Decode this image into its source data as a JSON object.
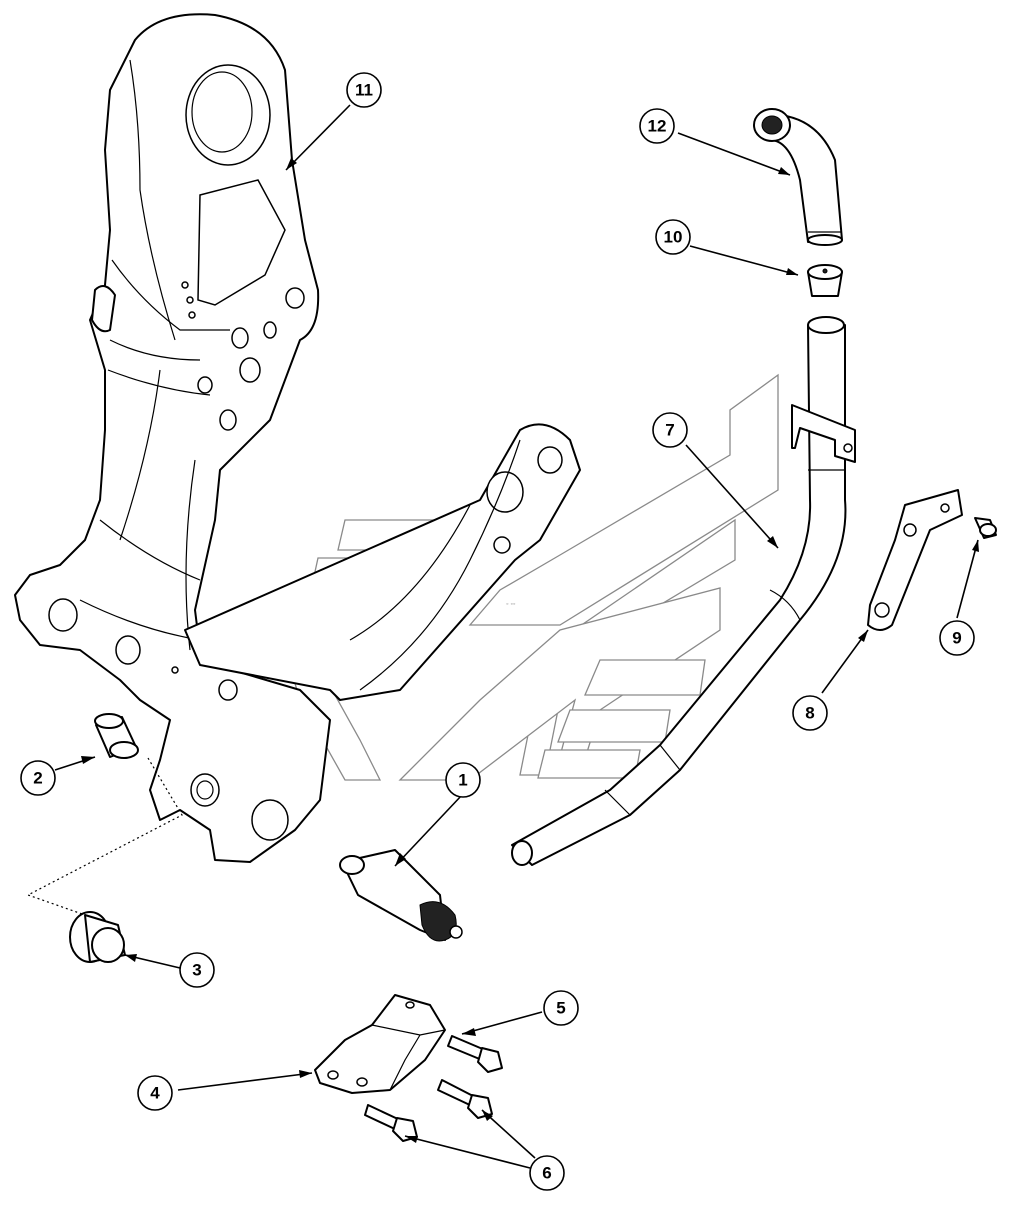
{
  "diagram": {
    "colors": {
      "line": "#000000",
      "watermark": "#8a8a8a",
      "background": "#ffffff"
    },
    "callouts": [
      {
        "id": "callout-1",
        "label": "1"
      },
      {
        "id": "callout-2",
        "label": "2"
      },
      {
        "id": "callout-3",
        "label": "3"
      },
      {
        "id": "callout-4",
        "label": "4"
      },
      {
        "id": "callout-5",
        "label": "5"
      },
      {
        "id": "callout-6",
        "label": "6"
      },
      {
        "id": "callout-7",
        "label": "7"
      },
      {
        "id": "callout-8",
        "label": "8"
      },
      {
        "id": "callout-9",
        "label": "9"
      },
      {
        "id": "callout-10",
        "label": "10"
      },
      {
        "id": "callout-11",
        "label": "11"
      },
      {
        "id": "callout-12",
        "label": "12"
      }
    ]
  }
}
